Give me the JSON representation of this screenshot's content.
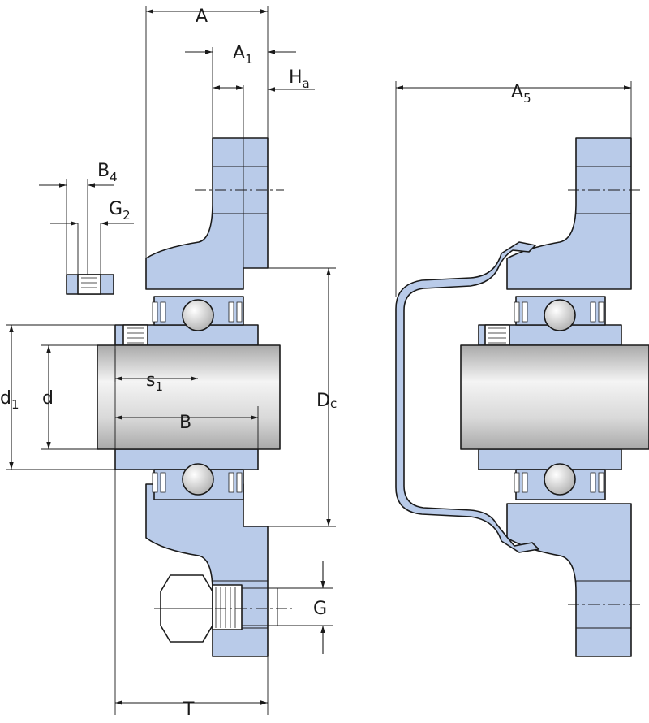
{
  "colors": {
    "housing": "#b9cbe9",
    "outline": "#1a1a1a",
    "shaft_light": "#f4f4f4",
    "shaft_dark": "#a9a9a9",
    "ball_light": "#ffffff",
    "ball_dark": "#b0b0b0",
    "cover": "#b9cbe9"
  },
  "dimensions": {
    "A": {
      "main": "A",
      "sub": ""
    },
    "A1": {
      "main": "A",
      "sub": "1"
    },
    "Ha": {
      "main": "H",
      "sub": "a"
    },
    "A5": {
      "main": "A",
      "sub": "5"
    },
    "B4": {
      "main": "B",
      "sub": "4"
    },
    "G2": {
      "main": "G",
      "sub": "2"
    },
    "d1": {
      "main": "d",
      "sub": "1"
    },
    "d": {
      "main": "d",
      "sub": ""
    },
    "s1": {
      "main": "s",
      "sub": "1"
    },
    "B": {
      "main": "B",
      "sub": ""
    },
    "Dc": {
      "main": "D",
      "sub": "c"
    },
    "G": {
      "main": "G",
      "sub": ""
    },
    "T": {
      "main": "T",
      "sub": ""
    }
  }
}
